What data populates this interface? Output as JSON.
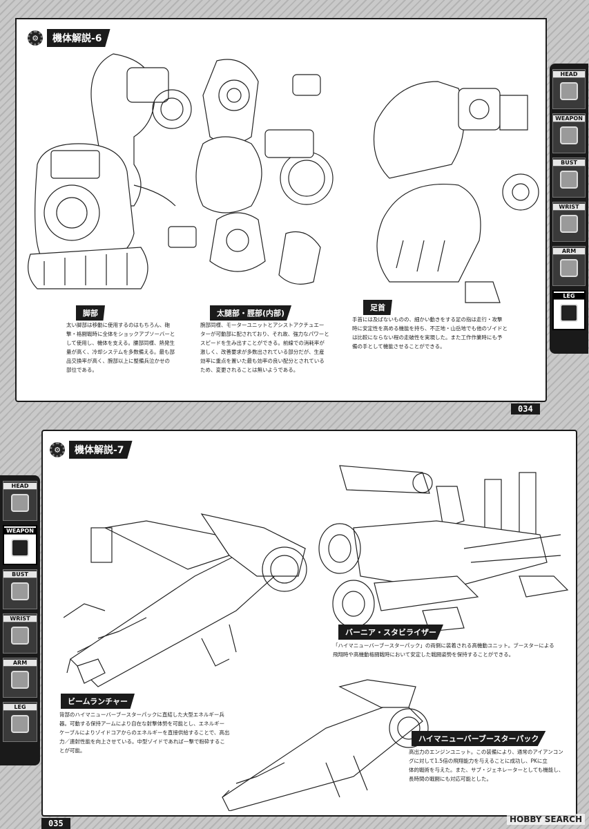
{
  "top_page": {
    "section_title": "機体解説-6",
    "page_number": "034",
    "tabs": [
      {
        "label": "HEAD",
        "active": false
      },
      {
        "label": "WEAPON",
        "active": false
      },
      {
        "label": "BUST",
        "active": false
      },
      {
        "label": "WRIST",
        "active": false
      },
      {
        "label": "ARM",
        "active": false
      },
      {
        "label": "LEG",
        "active": true
      }
    ],
    "blocks": [
      {
        "heading": "脚部",
        "lines": [
          "太い脚部は移動に使用するのはもちろん、砲",
          "撃・格闘戦時に全体をショックアブソーバーと",
          "して使用し、機体を支える。腰部同様、熱発生",
          "量が高く、冷却システムを多数備える。最も部",
          "品交換率が高く、腕部以上に整備兵泣かせの",
          "部位である。"
        ]
      },
      {
        "heading": "太腿部・脛部(内部)",
        "lines": [
          "腕部同様、モーターユニットとアシストアクチュエー",
          "ターが可動部に配されており、それ故、強力なパワーと",
          "スピードを生み出すことができる。前線での消耗率が",
          "激しく、改善要求が多数出されている部分だが、生産",
          "効率に重点を置いた最も効率の良い配分とされている",
          "ため、変更されることは無いようである。"
        ]
      },
      {
        "heading": "足首",
        "lines": [
          "手首には及ばないものの、細かい動きをする足の指は走行・攻撃",
          "時に安定性を高める機能を持ち、不正地・山岳地でも他のゾイドと",
          "は比較にならない程の走破性を実現した。また工作作業時にも予",
          "備の手として機能させることができる。"
        ]
      }
    ]
  },
  "bottom_page": {
    "section_title": "機体解説-7",
    "page_number": "035",
    "tabs": [
      {
        "label": "HEAD",
        "active": false
      },
      {
        "label": "WEAPON",
        "active": true
      },
      {
        "label": "BUST",
        "active": false
      },
      {
        "label": "WRIST",
        "active": false
      },
      {
        "label": "ARM",
        "active": false
      },
      {
        "label": "LEG",
        "active": false
      }
    ],
    "blocks": [
      {
        "heading": "バーニア・スタビライザー",
        "lines": [
          "「ハイマニューバーブースターパック」の両側に装着される高機動ユニット。ブースターによる",
          "飛翔時や高機動格闘戦時において安定した戦闘姿勢を保持することができる。"
        ]
      },
      {
        "heading": "ビームランチャー",
        "lines": [
          "背部のハイマニューバーブースターパックに直結した大型エネルギー兵",
          "器。可動する保持アームにより自在な射撃体勢を可能とし、エネルギー",
          "ケーブルによりゾイドコアからのエネルギーを直接供給することで、高出",
          "力／連射性能を向上させている。中型ゾイドであれば一撃で粉砕するこ",
          "とが可能。"
        ]
      },
      {
        "heading": "ハイマニューバーブースターパック",
        "lines": [
          "高出力のエンジンユニット。この装備により、通常のアイアンコン",
          "グに対して1.5倍の飛翔能力を与えることに成功し、PKに立",
          "体的戦術を与えた。また、サブ・ジェネレーターとしても機能し、",
          "長時間の戦闘にも対応可能とした。"
        ]
      }
    ]
  },
  "watermark": "HOBBY SEARCH"
}
